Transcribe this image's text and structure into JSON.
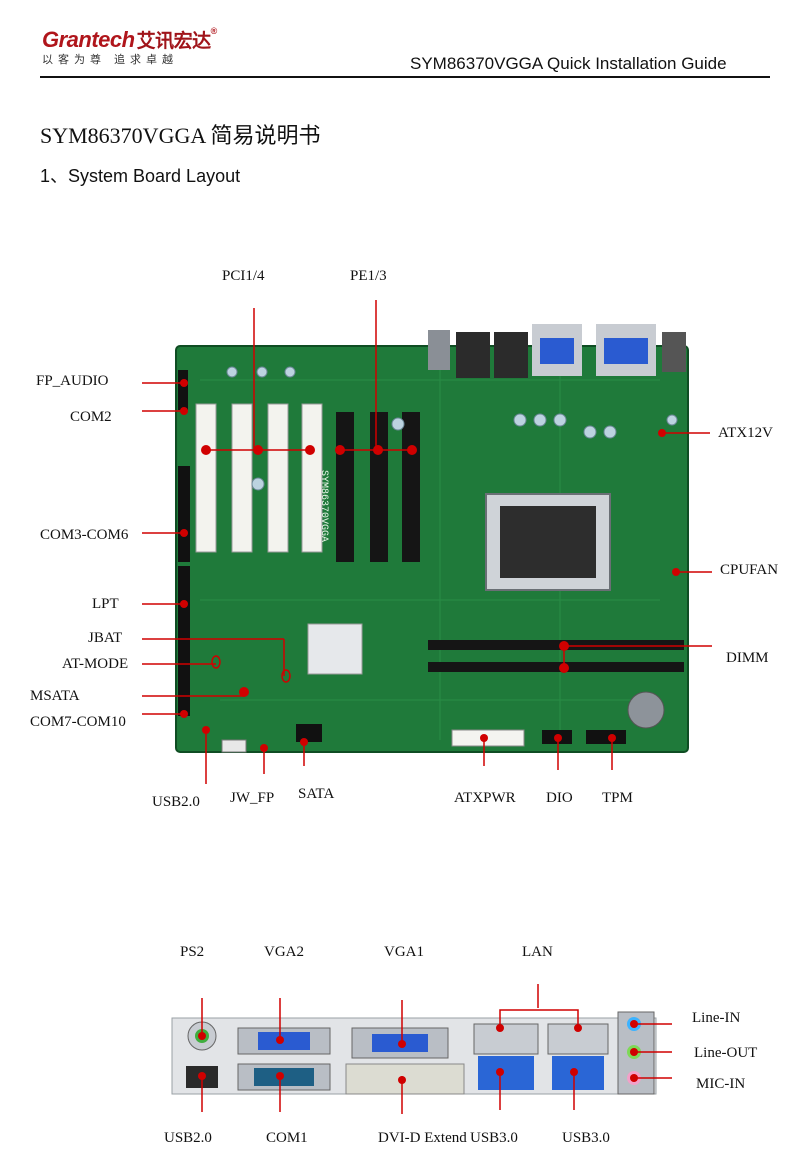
{
  "header": {
    "logo_brand": "Grantech",
    "logo_cn": "艾讯宏达",
    "logo_tagline": "以客为尊 追求卓越",
    "guide_title": "SYM86370VGGA Quick Installation Guide"
  },
  "document": {
    "title": "SYM86370VGGA 简易说明书",
    "section_title": "1、System Board Layout",
    "board_silkscreen": "SYM86370VGGA"
  },
  "board_labels": {
    "top": [
      "PCI1/4",
      "PE1/3"
    ],
    "left": [
      "FP_AUDIO",
      "COM2",
      "COM3-COM6",
      "LPT",
      "JBAT",
      "AT-MODE",
      "MSATA",
      "COM7-COM10"
    ],
    "right": [
      "ATX12V",
      "CPUFAN",
      "DIMM"
    ],
    "bottom": [
      "USB2.0",
      "JW_FP",
      "SATA",
      "ATXPWR",
      "DIO",
      "TPM"
    ]
  },
  "io_labels": {
    "top": [
      "PS2",
      "VGA2",
      "VGA1",
      "LAN"
    ],
    "right": [
      "Line-IN",
      "Line-OUT",
      "MIC-IN"
    ],
    "bottom": [
      "USB2.0",
      "COM1",
      "DVI-D Extend",
      "USB3.0",
      "USB3.0"
    ]
  },
  "colors": {
    "pcb": "#1f7a3a",
    "pcb_dark": "#14532a",
    "marker": "#d00000",
    "logo_red": "#b0151b"
  }
}
